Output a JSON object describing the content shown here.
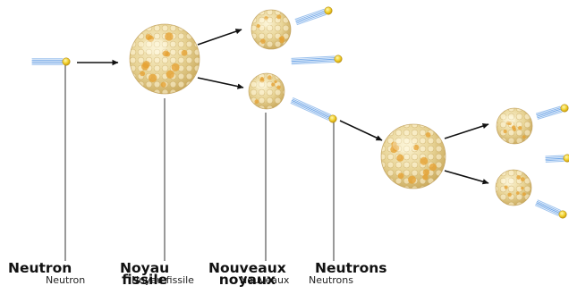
{
  "labels": {
    "neutron_small": "Neutron",
    "neutron_big": "Neutron",
    "noyau_small": "Noyau fissile",
    "noyau_big_1": "Noyau",
    "noyau_big_2": "fissile",
    "nouveaux_small": "Nouveaux",
    "nouveaux_big_1": "Nouveaux",
    "nouveaux_big_2": "noyaux",
    "neutrons_small": "Neutrons",
    "neutrons_big": "Neutrons"
  },
  "colors": {
    "nucleus_light": "#f3e4b0",
    "nucleus_mid": "#dcc07a",
    "nucleus_orange": "#e5a030",
    "neutron_core": "#f2d83a",
    "neutron_trail": "#4a8fe0",
    "arrow": "#111111",
    "leader_line": "#333333"
  },
  "icons": [
    "nucleus-icon",
    "neutron-icon",
    "arrow-icon"
  ]
}
